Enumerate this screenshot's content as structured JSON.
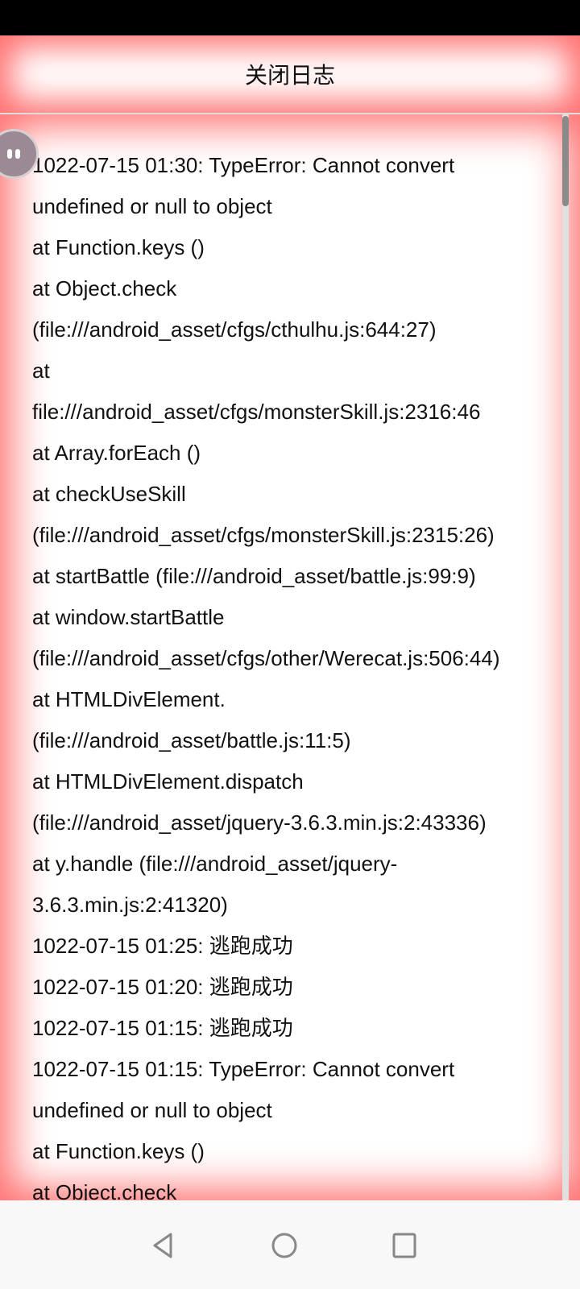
{
  "header": {
    "title": "关闭日志"
  },
  "log": {
    "lines": [
      "1022-07-15 01:30:  TypeError: Cannot convert",
      "undefined or null to object",
      "at Function.keys ()",
      "at Object.check",
      "(file:///android_asset/cfgs/cthulhu.js:644:27)",
      "at",
      "file:///android_asset/cfgs/monsterSkill.js:2316:46",
      "at Array.forEach ()",
      "at checkUseSkill",
      "(file:///android_asset/cfgs/monsterSkill.js:2315:26)",
      "at startBattle (file:///android_asset/battle.js:99:9)",
      "at window.startBattle",
      "(file:///android_asset/cfgs/other/Werecat.js:506:44)",
      "at HTMLDivElement.",
      "(file:///android_asset/battle.js:11:5)",
      "at HTMLDivElement.dispatch",
      "(file:///android_asset/jquery-3.6.3.min.js:2:43336)",
      "at y.handle (file:///android_asset/jquery-",
      "3.6.3.min.js:2:41320)",
      "1022-07-15 01:25:  逃跑成功",
      "1022-07-15 01:20:  逃跑成功",
      "1022-07-15 01:15:  逃跑成功",
      "1022-07-15 01:15:  TypeError: Cannot convert",
      "undefined or null to object",
      "at Function.keys ()",
      "at Object.check"
    ]
  },
  "colors": {
    "glow": "#ff6e6e",
    "nav_bg": "#f8f8f8"
  }
}
